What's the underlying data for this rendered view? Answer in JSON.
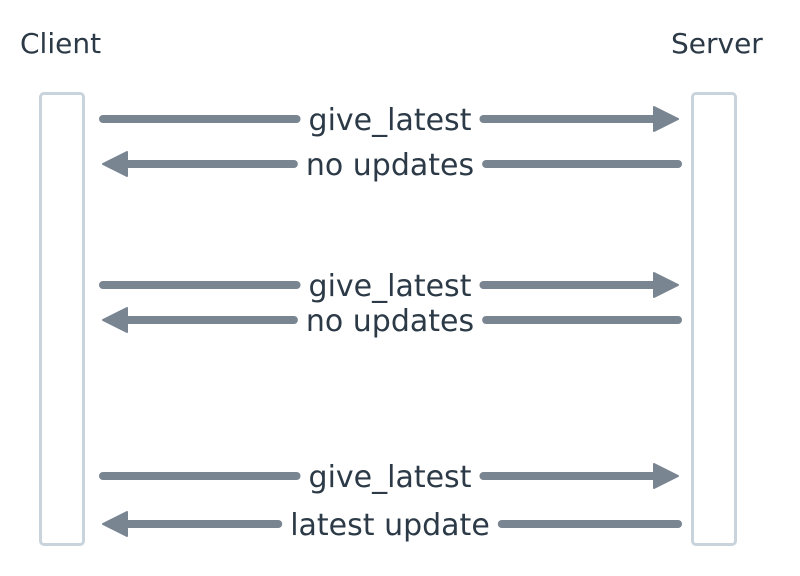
{
  "actors": {
    "client": "Client",
    "server": "Server"
  },
  "messages": [
    {
      "label": "give_latest",
      "direction": "to-server"
    },
    {
      "label": "no updates",
      "direction": "to-client"
    },
    {
      "label": "give_latest",
      "direction": "to-server"
    },
    {
      "label": "no updates",
      "direction": "to-client"
    },
    {
      "label": "give_latest",
      "direction": "to-server"
    },
    {
      "label": "latest update",
      "direction": "to-client"
    }
  ],
  "colors": {
    "arrow": "#7a8592",
    "lifeline": "#c9d3db",
    "text": "#2c3a47"
  }
}
